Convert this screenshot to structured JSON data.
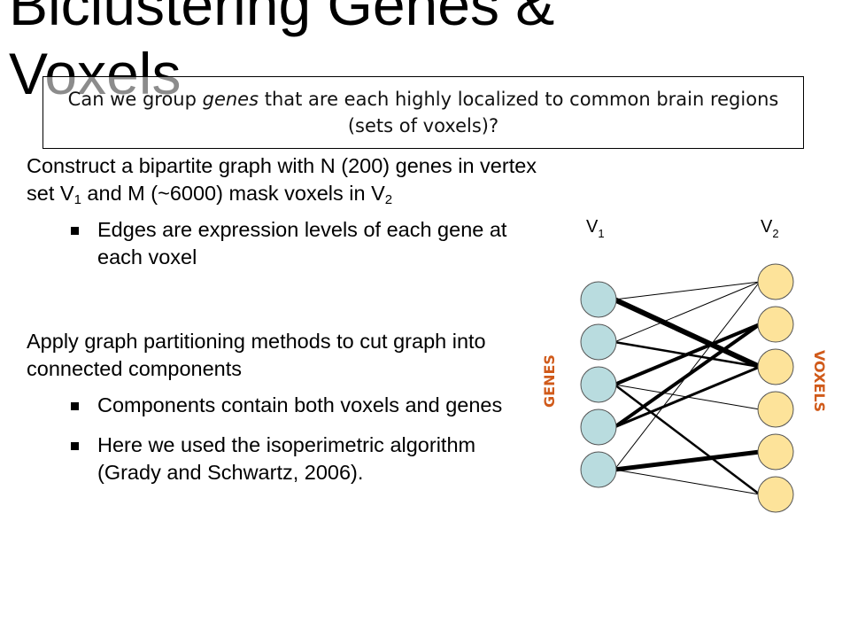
{
  "slide": {
    "title": "Biclustering Genes &\nVoxels",
    "question": {
      "part1": "Can we group ",
      "emphasis": "genes",
      "part2": " that are each highly localized to common brain regions (sets of voxels)?"
    },
    "para1": {
      "t1": "Construct a bipartite graph with N (200) genes in vertex set V",
      "s1": "1",
      "t2": " and M (~6000) mask voxels in V",
      "s2": "2"
    },
    "bullet1": "Edges are expression levels of each gene at each voxel",
    "para2": "Apply graph partitioning methods to cut graph into connected components",
    "bullet2": "Components contain both voxels and genes",
    "bullet3": "Here we used the isoperimetric algorithm (Grady and Schwartz, 2006)."
  },
  "graph": {
    "v1_label": "V",
    "v1_sub": "1",
    "v2_label": "V",
    "v2_sub": "2",
    "genes_label": "GENES",
    "voxels_label": "VOXELS",
    "gene_color": "#b9dcdf",
    "voxel_color": "#fde39a",
    "label_color": "#d05a1a",
    "gene_count": 5,
    "voxel_count": 6
  }
}
